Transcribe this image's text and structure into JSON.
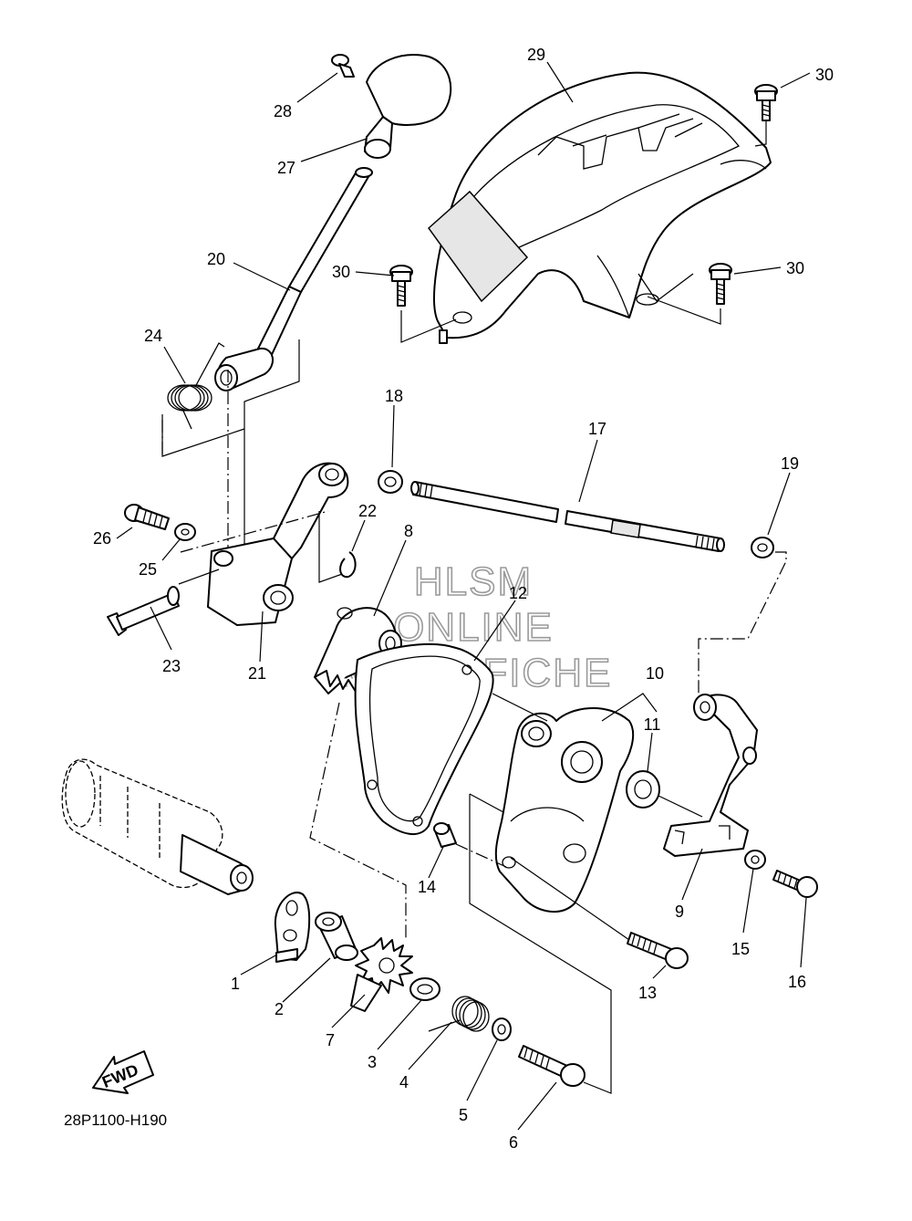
{
  "diagram": {
    "code": "28P1100-H190",
    "fwd_label": "FWD",
    "watermark": [
      "HLSM",
      "ONLINE",
      "MICROFICHE"
    ],
    "callouts": {
      "c1": "1",
      "c2": "2",
      "c3": "3",
      "c4": "4",
      "c5": "5",
      "c6": "6",
      "c7": "7",
      "c8": "8",
      "c9": "9",
      "c10": "10",
      "c11": "11",
      "c12": "12",
      "c13": "13",
      "c14": "14",
      "c15": "15",
      "c16": "16",
      "c17": "17",
      "c18": "18",
      "c19": "19",
      "c20": "20",
      "c21": "21",
      "c22": "22",
      "c23": "23",
      "c24": "24",
      "c25": "25",
      "c26": "26",
      "c27": "27",
      "c28": "28",
      "c29": "29",
      "c30a": "30",
      "c30b": "30",
      "c30c": "30"
    }
  }
}
